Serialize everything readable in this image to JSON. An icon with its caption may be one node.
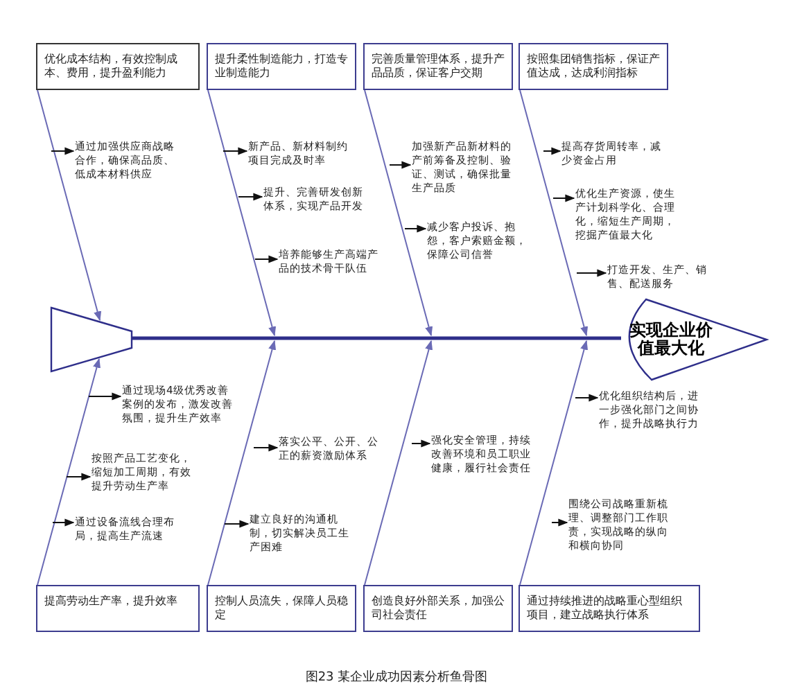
{
  "diagram": {
    "caption": "图23 某企业成功因素分析鱼骨图",
    "nodes": [
      {
        "text": [
          "优化成本结构，有效控制成本、费用，提升盈利能力"
        ]
      },
      {
        "text": [
          "提升柔性制造能力，打造专业制造能力"
        ]
      },
      {
        "text": [
          "完善质量管理体系，提升产品品质，保证客户交期"
        ]
      },
      {
        "text": [
          "按照集团销售指标，保证产值达成，达成利润指标"
        ]
      },
      {
        "text": [
          "通过加强供应商战略合作，确保高品质、低成本材料供应"
        ]
      },
      {
        "text": [
          "新产品、新材料制约项目完成及时率"
        ]
      },
      {
        "text": [
          "提升、完善研发创新体系，实现产品开发"
        ]
      },
      {
        "text": [
          "培养能够生产高端产品的技术骨干队伍"
        ]
      },
      {
        "text": [
          "加强新产品新材料的产前筹备及控制、验证、测试，确保批量生产品质"
        ]
      },
      {
        "text": [
          "减少客户投诉、抱怨，客户索赔金额，保障公司信誉"
        ]
      },
      {
        "text": [
          "提高存货周转率，减少资金占用"
        ]
      },
      {
        "text": [
          "优化生产资源，使生产计划科学化、合理化，缩短生产周期，挖掘产值最大化"
        ]
      },
      {
        "text": [
          "打造开发、生产、销售、配送服务"
        ]
      },
      {
        "text": [],
        "shape": "triangle"
      },
      {
        "text": [
          "实现企业价值最大化"
        ]
      },
      {
        "text": [
          "通过现场4级优秀改善案例的发布，激发改善氛围，提升生产效率"
        ]
      },
      {
        "text": [
          "按照产品工艺变化，缩短加工周期，有效提升劳动生产率"
        ]
      },
      {
        "text": [
          "通过设备流线合理布局，提高生产流速"
        ]
      },
      {
        "text": [
          "落实公平、公开、公正的薪资激励体系"
        ]
      },
      {
        "text": [
          "建立良好的沟通机制，切实解决员工生产困难"
        ]
      },
      {
        "text": [
          "强化安全管理，持续改善环境和员工职业健康，履行社会责任"
        ]
      },
      {
        "text": [
          "优化组织结构后，进一步强化部门之间协作，提升战略执行力"
        ]
      },
      {
        "text": [
          "围绕公司战略重新梳理、调整部门工作职责，实现战略的纵向和横向协同"
        ]
      },
      {
        "text": [
          "提高劳动生产率，提升效率"
        ]
      },
      {
        "text": [
          "控制人员流失，保障人员稳定"
        ]
      },
      {
        "text": [
          "创造良好外部关系，加强公司社会责任"
        ]
      },
      {
        "text": [
          "通过持续推进的战略重心型组织项目，建立战略执行体系"
        ]
      }
    ],
    "edges": [
      {
        "from": 13,
        "to": 14,
        "arrow": "none",
        "style": "thick",
        "color": "#2e2e8a"
      },
      {
        "from": 0,
        "to": 13,
        "arrow": "to",
        "color": "#6a6ab5"
      },
      {
        "from": 1,
        "to": null,
        "arrow": "to",
        "color": "#6a6ab5"
      },
      {
        "from": 2,
        "to": null,
        "arrow": "to",
        "color": "#6a6ab5"
      },
      {
        "from": 3,
        "to": null,
        "arrow": "to",
        "color": "#6a6ab5"
      },
      {
        "from": 23,
        "to": 13,
        "arrow": "to",
        "color": "#6a6ab5"
      },
      {
        "from": 24,
        "to": null,
        "arrow": "to",
        "color": "#6a6ab5"
      },
      {
        "from": 25,
        "to": null,
        "arrow": "to",
        "color": "#6a6ab5"
      },
      {
        "from": 26,
        "to": null,
        "arrow": "to",
        "color": "#6a6ab5"
      },
      {
        "from": null,
        "to": 4,
        "arrow": "to"
      },
      {
        "from": null,
        "to": 5,
        "arrow": "to"
      },
      {
        "from": null,
        "to": 6,
        "arrow": "to"
      },
      {
        "from": null,
        "to": 7,
        "arrow": "to"
      },
      {
        "from": null,
        "to": 8,
        "arrow": "to"
      },
      {
        "from": null,
        "to": 9,
        "arrow": "to"
      },
      {
        "from": null,
        "to": 10,
        "arrow": "to"
      },
      {
        "from": null,
        "to": 11,
        "arrow": "to"
      },
      {
        "from": null,
        "to": 12,
        "arrow": "to"
      },
      {
        "from": null,
        "to": 15,
        "arrow": "to"
      },
      {
        "from": null,
        "to": 16,
        "arrow": "to"
      },
      {
        "from": null,
        "to": 17,
        "arrow": "to"
      },
      {
        "from": null,
        "to": 18,
        "arrow": "to"
      },
      {
        "from": null,
        "to": 19,
        "arrow": "to"
      },
      {
        "from": null,
        "to": 20,
        "arrow": "to"
      },
      {
        "from": null,
        "to": 21,
        "arrow": "to"
      },
      {
        "from": null,
        "to": 22,
        "arrow": "to"
      }
    ]
  }
}
